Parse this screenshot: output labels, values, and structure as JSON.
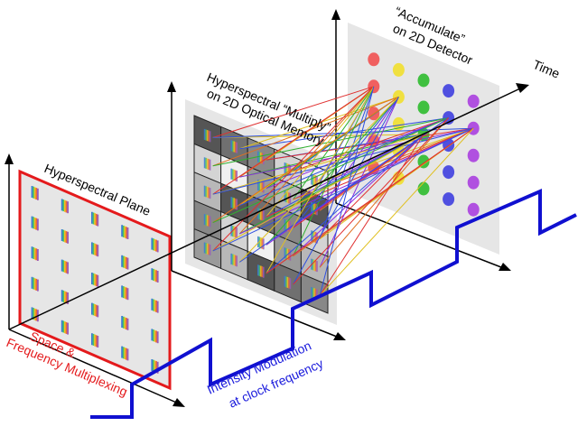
{
  "labels": {
    "plane": "Hyperspectral Plane",
    "multiply_line1": "Hyperspectral “Multiply”",
    "multiply_line2": "on 2D Optical Memory",
    "accumulate_line1": "“Accumulate”",
    "accumulate_line2": "on 2D Detector",
    "time": "Time",
    "space_line1": "Space &",
    "space_line2": "Frequency Multiplexing",
    "intensity_line1": "Intensity Modulation",
    "intensity_line2": "at clock frequency"
  },
  "colors": {
    "plane_border": "#e41a1c",
    "modulation": "#1010d0",
    "axis": "#000000",
    "panel": "#e6e6e6",
    "space_text": "#e41a1c",
    "intensity_text": "#1a1adc"
  },
  "memory_grid": {
    "rows": 5,
    "cols": 5
  },
  "plane_grid": {
    "rows": 5,
    "cols": 5
  },
  "detector_spot_colors": [
    "#f06060",
    "#f0e040",
    "#40c040",
    "#5050e0",
    "#b050e0"
  ]
}
